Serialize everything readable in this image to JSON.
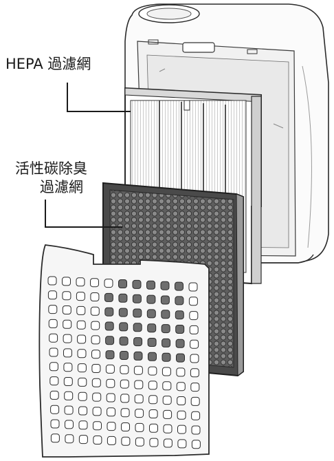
{
  "labels": {
    "hepa": "HEPA 過濾網",
    "carbon_line1": "活性碳除臭",
    "carbon_line2": "過濾網"
  },
  "colors": {
    "line": "#1a1a1a",
    "body_outline": "#2a2a2a",
    "carbon_fill": "#6b6b6b",
    "panel_fill": "#f4f4f4"
  },
  "icons": [
    "air-purifier-body",
    "hepa-filter",
    "carbon-filter",
    "front-cover-grille"
  ]
}
